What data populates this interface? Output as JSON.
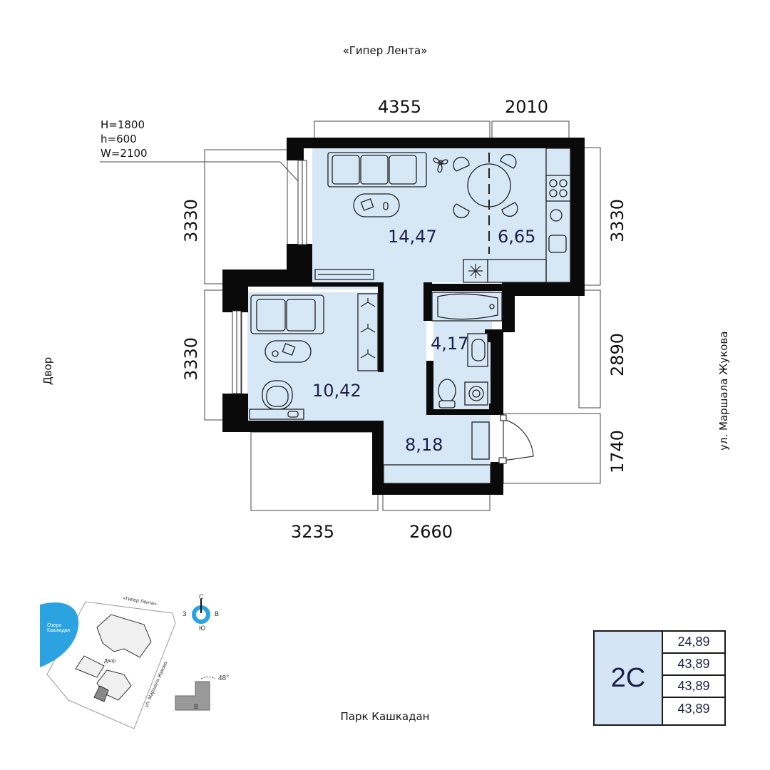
{
  "streets": {
    "top": "«Гипер Лента»",
    "bottom": "Парк Кашкадан",
    "left": "Двор",
    "right": "ул. Маршала Жукова"
  },
  "dimensions": {
    "top_left": "4355",
    "top_right": "2010",
    "left_upper": "3330",
    "left_lower": "3330",
    "right_upper": "3330",
    "right_middle": "2890",
    "right_lower": "1740",
    "bottom_left": "3235",
    "bottom_right": "2660"
  },
  "window_spec": {
    "H": "H=1800",
    "h": "h=600",
    "W": "W=2100"
  },
  "rooms": {
    "living": "14,47",
    "kitchen": "6,65",
    "bedroom": "10,42",
    "bathroom": "4,17",
    "hall": "8,18"
  },
  "apartment": {
    "code": "2С",
    "values": [
      "24,89",
      "43,89",
      "43,89",
      "43,89"
    ]
  },
  "minimap": {
    "top_label": "«Гипер Лента»",
    "lake": "Озеро Кашкадан",
    "yard": "Двор",
    "street": "ул. Маршала Жукова",
    "angle": "48°",
    "section": "В",
    "compass": {
      "n": "С",
      "s": "Ю",
      "w": "З",
      "e": "В"
    }
  },
  "colors": {
    "room_fill": "#d6e7f6",
    "wall": "#0a0a0a",
    "accent": "#2aa3e0",
    "text_dark": "#1f2048"
  }
}
